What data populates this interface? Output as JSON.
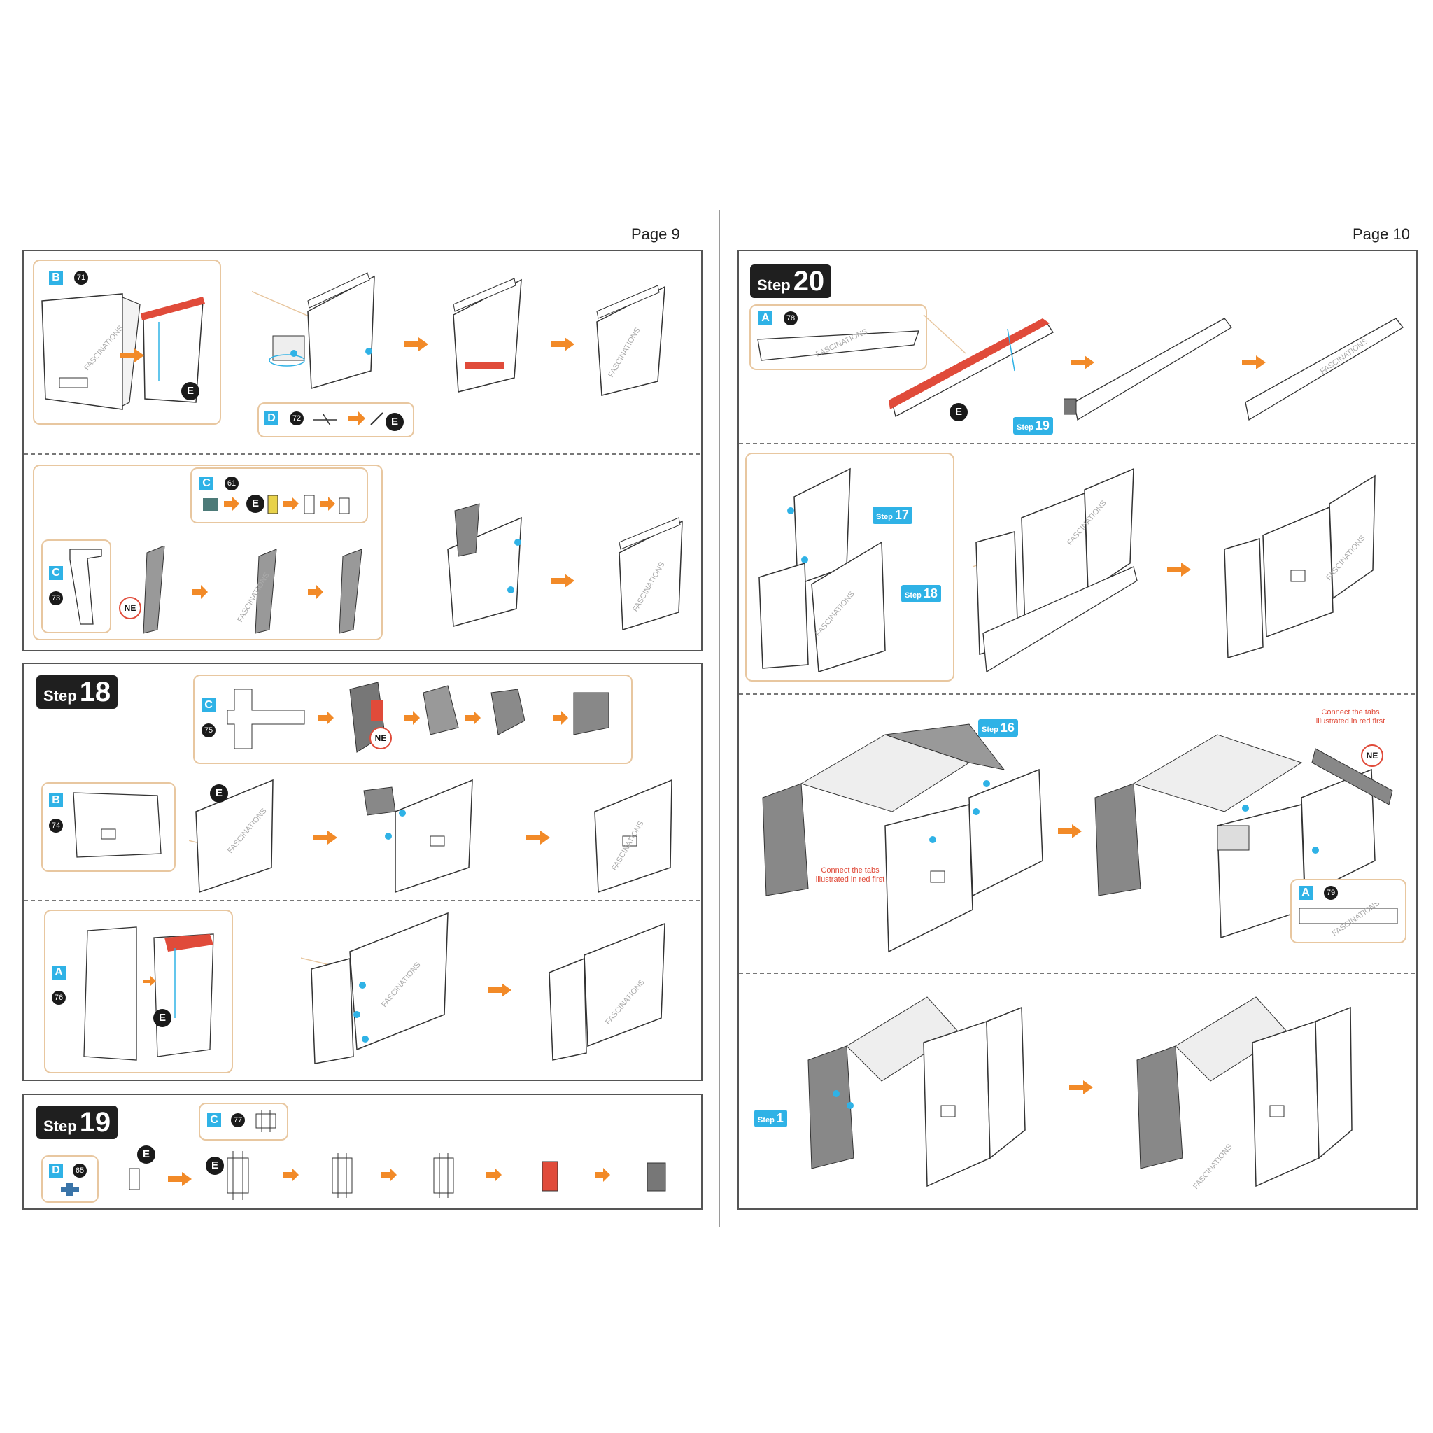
{
  "pages": {
    "left": "Page 9",
    "right": "Page 10"
  },
  "brand_watermark": "FASCINATIONS",
  "step_word": "Step",
  "steps": {
    "s18": "18",
    "s19": "19",
    "s20": "20"
  },
  "refs": {
    "s16": "16",
    "s17": "17",
    "s18": "18",
    "s19": "19",
    "s1": "1"
  },
  "badges": {
    "E": "E",
    "NE": "NE"
  },
  "parts": [
    {
      "sheet": "B",
      "num": "71"
    },
    {
      "sheet": "D",
      "num": "72"
    },
    {
      "sheet": "C",
      "num": "61"
    },
    {
      "sheet": "C",
      "num": "73"
    },
    {
      "sheet": "C",
      "num": "75"
    },
    {
      "sheet": "B",
      "num": "74"
    },
    {
      "sheet": "A",
      "num": "76"
    },
    {
      "sheet": "C",
      "num": "77"
    },
    {
      "sheet": "D",
      "num": "65"
    },
    {
      "sheet": "A",
      "num": "78"
    },
    {
      "sheet": "A",
      "num": "79"
    }
  ],
  "notes": {
    "connect_tabs_1": "Connect the tabs",
    "connect_tabs_2": "illustrated in red first"
  },
  "colors": {
    "accent_blue": "#2fb2e6",
    "arrow_orange": "#f28a28",
    "tab_red": "#e04b3a",
    "frame": "#555555",
    "sub_border": "#e8c7a0"
  }
}
